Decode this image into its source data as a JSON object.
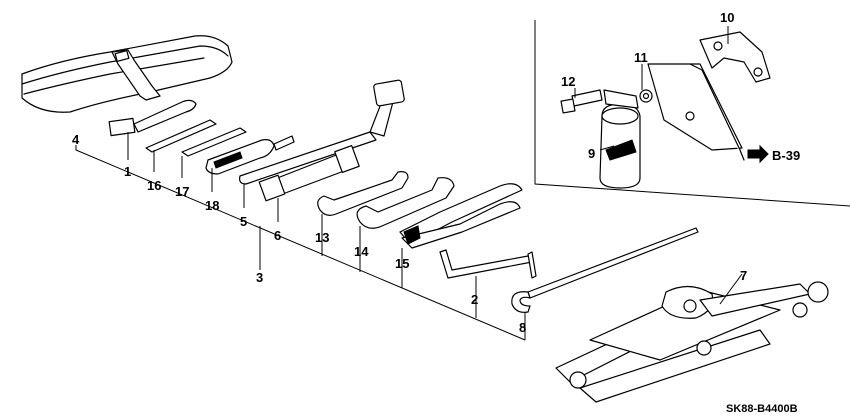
{
  "callouts": {
    "c1": "1",
    "c2": "2",
    "c3": "3",
    "c4": "4",
    "c5": "5",
    "c6": "6",
    "c7": "7",
    "c8": "8",
    "c9": "9",
    "c10": "10",
    "c11": "11",
    "c12": "12",
    "c13": "13",
    "c14": "14",
    "c15": "15",
    "c16": "16",
    "c17": "17",
    "c18": "18"
  },
  "reference": "B-39",
  "diagram_code": "SK88-B4400B"
}
